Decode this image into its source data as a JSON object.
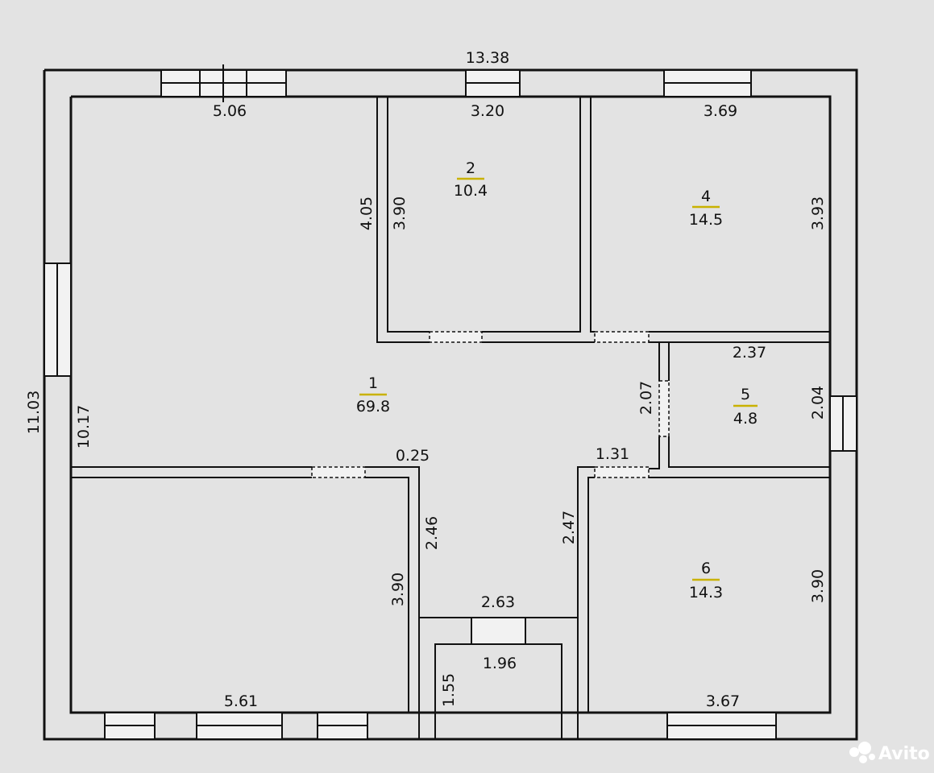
{
  "dimensions": {
    "overall_width": "13.38",
    "overall_height": "11.03",
    "inner_height_left": "10.17",
    "top_left_segment": "5.06",
    "room2_width": "3.20",
    "room4_width": "3.69",
    "room2_left_outer": "4.05",
    "room2_left_inner": "3.90",
    "room4_right": "3.93",
    "room5_width": "2.37",
    "room5_height": "2.04",
    "door_recess": "2.07",
    "corridor_offset": "0.25",
    "corridor_right_offset": "1.31",
    "corridor_left_wall": "2.46",
    "corridor_right_wall": "2.47",
    "bottom_left_height": "3.90",
    "bottom_left_width": "5.61",
    "entry_width_outer": "2.63",
    "entry_width_inner": "1.96",
    "entry_depth": "1.55",
    "room6_height": "3.90",
    "room6_width": "3.67"
  },
  "rooms": [
    {
      "number": "1",
      "area": "69.8"
    },
    {
      "number": "2",
      "area": "10.4"
    },
    {
      "number": "4",
      "area": "14.5"
    },
    {
      "number": "5",
      "area": "4.8"
    },
    {
      "number": "6",
      "area": "14.3"
    }
  ],
  "watermark": "Avito"
}
